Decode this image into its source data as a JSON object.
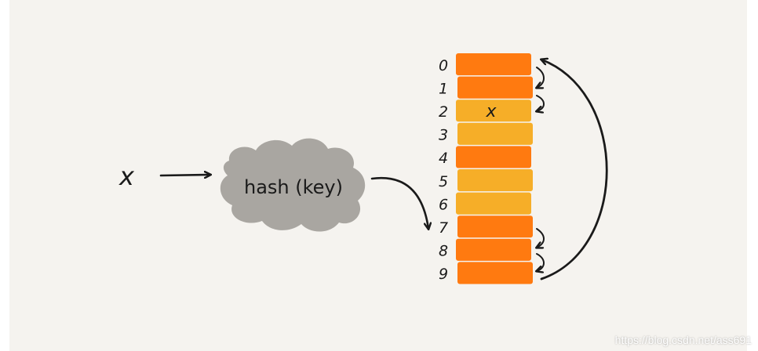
{
  "input_label": "x",
  "hash_label": "hash (key)",
  "cell_value_label": "x",
  "watermark": "https://blog.csdn.net/ass691",
  "slots": [
    {
      "index": "0",
      "color": "#ff7a10"
    },
    {
      "index": "1",
      "color": "#ff7a10"
    },
    {
      "index": "2",
      "color": "#f6ae28"
    },
    {
      "index": "3",
      "color": "#f6ae28"
    },
    {
      "index": "4",
      "color": "#ff7a10"
    },
    {
      "index": "5",
      "color": "#f6ae28"
    },
    {
      "index": "6",
      "color": "#f6ae28"
    },
    {
      "index": "7",
      "color": "#ff7a10"
    },
    {
      "index": "8",
      "color": "#ff7a10"
    },
    {
      "index": "9",
      "color": "#ff7a10"
    }
  ],
  "filled_slot": 2,
  "hash_target_slot": 7,
  "colors": {
    "background": "#f5f3ef",
    "cloud": "#a9a6a1",
    "ink": "#1a1a1a",
    "orange": "#ff7a10",
    "amber": "#f6ae28"
  }
}
